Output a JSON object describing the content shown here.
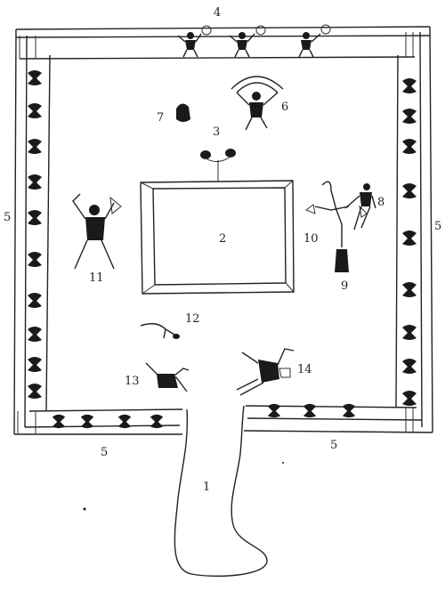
{
  "labels": {
    "n1": "1",
    "n2": "2",
    "n3": "3",
    "n4": "4",
    "n5_left": "5",
    "n5_right": "5",
    "n5_bottom_left": "5",
    "n5_bottom_right": "5",
    "n6": "6",
    "n7": "7",
    "n8": "8",
    "n9": "9",
    "n10": "10",
    "n11": "11",
    "n12": "12",
    "n13": "13",
    "n14": "14"
  },
  "colors": {
    "ink": "#1a1a1a",
    "paper": "#ffffff"
  }
}
